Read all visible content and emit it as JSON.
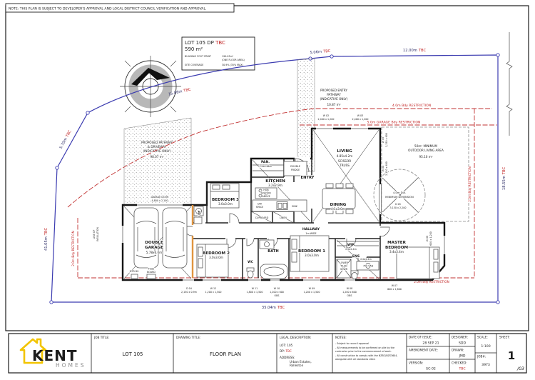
{
  "note": "NOTE: THIS PLAN IS SUBJECT TO DEVELOPER'S APPROVAL AND LOCAL DISTRICT COUNCIL VERIFICATION AND APPROVAL.",
  "tbc": "TBC",
  "lot_box": {
    "lot_prefix": "LOT 105 DP ",
    "lot_tbc": "TBC",
    "area": "590 m²",
    "fp_label": "BUILDING FOOT PRINT",
    "fp_value": "190.03m²",
    "fp_note": "(ONE FLOOR AREA)",
    "sc_label": "SITE COVERAGE",
    "sc_value": "30.9% (35% MAX)"
  },
  "dims": {
    "top": "12.00m",
    "right": "18.55m",
    "bottom": "35.04m",
    "left": "41.05m",
    "curve": "15.86m",
    "curve_end": "5.06m",
    "left_diag": "5.70m"
  },
  "restrictions": {
    "front": "4.0m Bdy RESTRICTION",
    "garage": "5.0m GARAGE Bdy RESTRICTION",
    "side": "2.0m Bdy RESTRICTION",
    "loi1": "LINE OF",
    "loi2": "INSULATION"
  },
  "areas": {
    "driveway": [
      "PROPOSED PATHWAY",
      "& DRIVEWAY",
      "(INDICATIVE ONLY)",
      "98.07 m²"
    ],
    "entry_path": [
      "PROPOSED ENTRY",
      "PATHWAY",
      "(INDICATIVE ONLY)",
      "10.87 m²"
    ],
    "outdoor": [
      "50m² MINIMUM",
      "OUTDOOR LIVING AREA",
      "95.10 m²"
    ],
    "circle": [
      "4.0m Dia.",
      "MINIMUM DIMENSION"
    ]
  },
  "rooms": {
    "living": [
      "LIVING",
      "4.85x4.2m",
      "SCISSOR",
      "TRUSS"
    ],
    "dining": [
      "DINING",
      "4.1x3.0m"
    ],
    "kitchen": [
      "KITCHEN",
      "3.2x2.9m"
    ],
    "pantry": [
      "PAN.",
      "1.9x0.86m"
    ],
    "entry": "ENTRY",
    "hallway": [
      "HALLWAY",
      "1m WIDE"
    ],
    "bedroom1": [
      "BEDROOM 1",
      "3.0x3.0m"
    ],
    "bedroom2": [
      "BEDROOM 2",
      "3.0x3.0m"
    ],
    "bedroom3": [
      "BEDROOM 3",
      "3.0x3.0m"
    ],
    "master": [
      "MASTER",
      "BEDROOM",
      "3.4x3.4m"
    ],
    "wir": [
      "WIR",
      "2.0x2.4m"
    ],
    "ens": [
      "ENS",
      "2.0x2.4m"
    ],
    "bath": "BATH",
    "wc": "WC",
    "laundry": "LDY",
    "garage": [
      "DOUBLE",
      "GARAGE",
      "5.78x6.0m"
    ],
    "cupboard": "CUPBOARD",
    "linen": "LINEN"
  },
  "fixtures": {
    "fridge": [
      "DOUBLE",
      "FRIDGE"
    ],
    "hob": [
      "HOB",
      "R/HOOD",
      "ABOVE"
    ],
    "dw": [
      "DW",
      "SPACE"
    ],
    "sink": "SINK",
    "shower": [
      "LOWER",
      "TILED",
      "SHWR"
    ],
    "vanity": "750 VAN",
    "mtr": "MTR BX",
    "fuse": [
      "FUSE",
      "BOARD"
    ],
    "garage_door": [
      "GARAGE DOOR",
      "4,800 x 2,100"
    ]
  },
  "openings": {
    "top": [
      {
        "id": "W 02",
        "size": "2,400 x 1,200"
      },
      {
        "id": "W 03",
        "size": "2,400 x 1,200"
      }
    ],
    "bottom": [
      {
        "id": "D 04",
        "size": "2,150 x 0.9m",
        "note": ""
      },
      {
        "id": "W 12",
        "size": "1,200 x 1,500",
        "note": ""
      },
      {
        "id": "W 11",
        "size": "1,800 x 1,500",
        "note": ""
      },
      {
        "id": "W 10",
        "size": "1,200 x 600",
        "note": "OBS"
      },
      {
        "id": "W 09",
        "size": "1,200 x 1,500",
        "note": ""
      },
      {
        "id": "W 08",
        "size": "1,200 x 600",
        "note": "OBS"
      },
      {
        "id": "W 07",
        "size": "600 x 1,800",
        "note": ""
      }
    ],
    "side": [
      {
        "id": "W 05",
        "size": "2,150 x 600"
      },
      {
        "id": "W 04",
        "size": "2,150 x 600"
      },
      {
        "id": "W 06",
        "size": "600 x 1,200"
      }
    ],
    "d05": {
      "id": "D 05",
      "size": "3,150 x 2,200"
    }
  },
  "titleblock": {
    "brand1": "KENT",
    "brand2": "HOMES",
    "job_title_label": "JOB TITLE:",
    "job_title": "LOT 105",
    "drawing_title_label": "DRAWING TITLE:",
    "drawing_title": "FLOOR PLAN",
    "legal_label": "LEGAL DESCRIPTION:",
    "legal_lot": "LOT: 105",
    "legal_dp_prefix": "DP: ",
    "legal_dp_tbc": "TBC",
    "address_label": "ADDRESS:",
    "address1": "Urban Estates,",
    "address2": "Rolleston",
    "notes_label": "NOTES:",
    "note1": "- Subject to council approval",
    "note2": "- All measurements to be confirmed on site by the",
    "note3": "  contractor prior to the commencement of work.",
    "note4": "- All construction to comply with the NZBC/NZS3604,",
    "note5": "  alongside with all standards cited.",
    "date_label": "DATE OF ISSUE:",
    "date": "28 SEP 21",
    "amend_label": "AMENDMENT DATE:",
    "version_label": "VERSION:",
    "version": "SC-02",
    "designer_label": "DESIGNER:",
    "designer": "SDD",
    "drawn_label": "DRAWN:",
    "drawn": "JMD",
    "checked_label": "CHECKED:",
    "checked": "TBC",
    "scale_label": "SCALE:",
    "scale": "1:100",
    "job_label": "JOB#:",
    "job": "3973",
    "sheet_label": "SHEET:",
    "sheet": "1",
    "sheet_of": "/03"
  }
}
